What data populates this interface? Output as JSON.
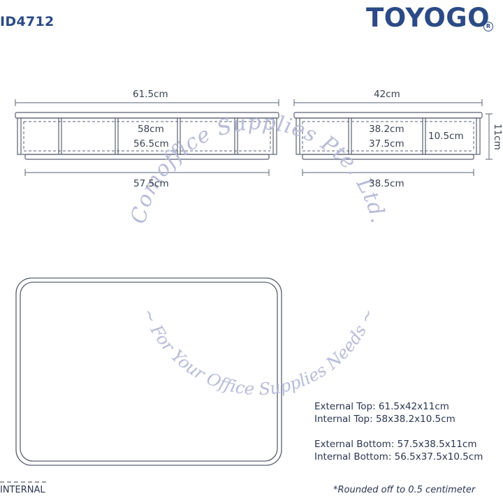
{
  "header": {
    "product_code": "ID4712",
    "brand": "TOYOGO",
    "registered_mark": "R"
  },
  "side_view": {
    "top_width": "61.5cm",
    "bottom_width": "57.5cm",
    "inner_top": "58cm",
    "inner_bottom": "56.5cm"
  },
  "end_view": {
    "top_width": "42cm",
    "bottom_width": "38.5cm",
    "inner_top": "38.2cm",
    "inner_bottom": "37.5cm",
    "inner_height": "10.5cm",
    "outer_height": "11cm"
  },
  "watermark": {
    "line1": "Comoffice Supplies Pte. Ltd.",
    "line2": "~ For Your Office Supplies Needs ~"
  },
  "specs": {
    "external_top": "External Top: 61.5x42x11cm",
    "internal_top": "Internal Top: 58x38.2x10.5cm",
    "external_bottom": "External Bottom: 57.5x38.5x11cm",
    "internal_bottom": "Internal Bottom: 56.5x37.5x10.5cm"
  },
  "legend": {
    "label": "INTERNAL"
  },
  "footnote": "*Rounded off to 0.5 centimeter",
  "colors": {
    "brand": "#2b4a86",
    "line": "#5a6070",
    "watermark": "#b8bcd8"
  }
}
